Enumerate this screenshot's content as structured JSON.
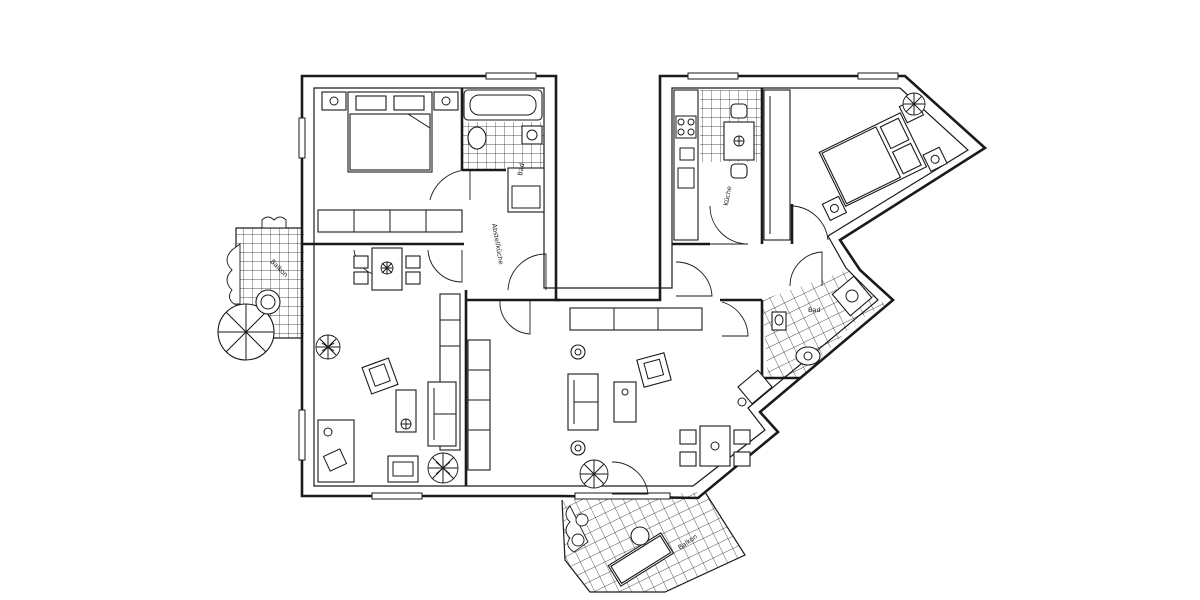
{
  "labels": {
    "bad_left": "Bad",
    "abstellkueche": "Abstellküche",
    "balkon_left": "Balkon",
    "kueche": "Küche",
    "bad_right": "Bad",
    "balkon_bottom": "Balkon"
  },
  "colors": {
    "ink": "#1a1a1a",
    "paper": "#ffffff"
  }
}
